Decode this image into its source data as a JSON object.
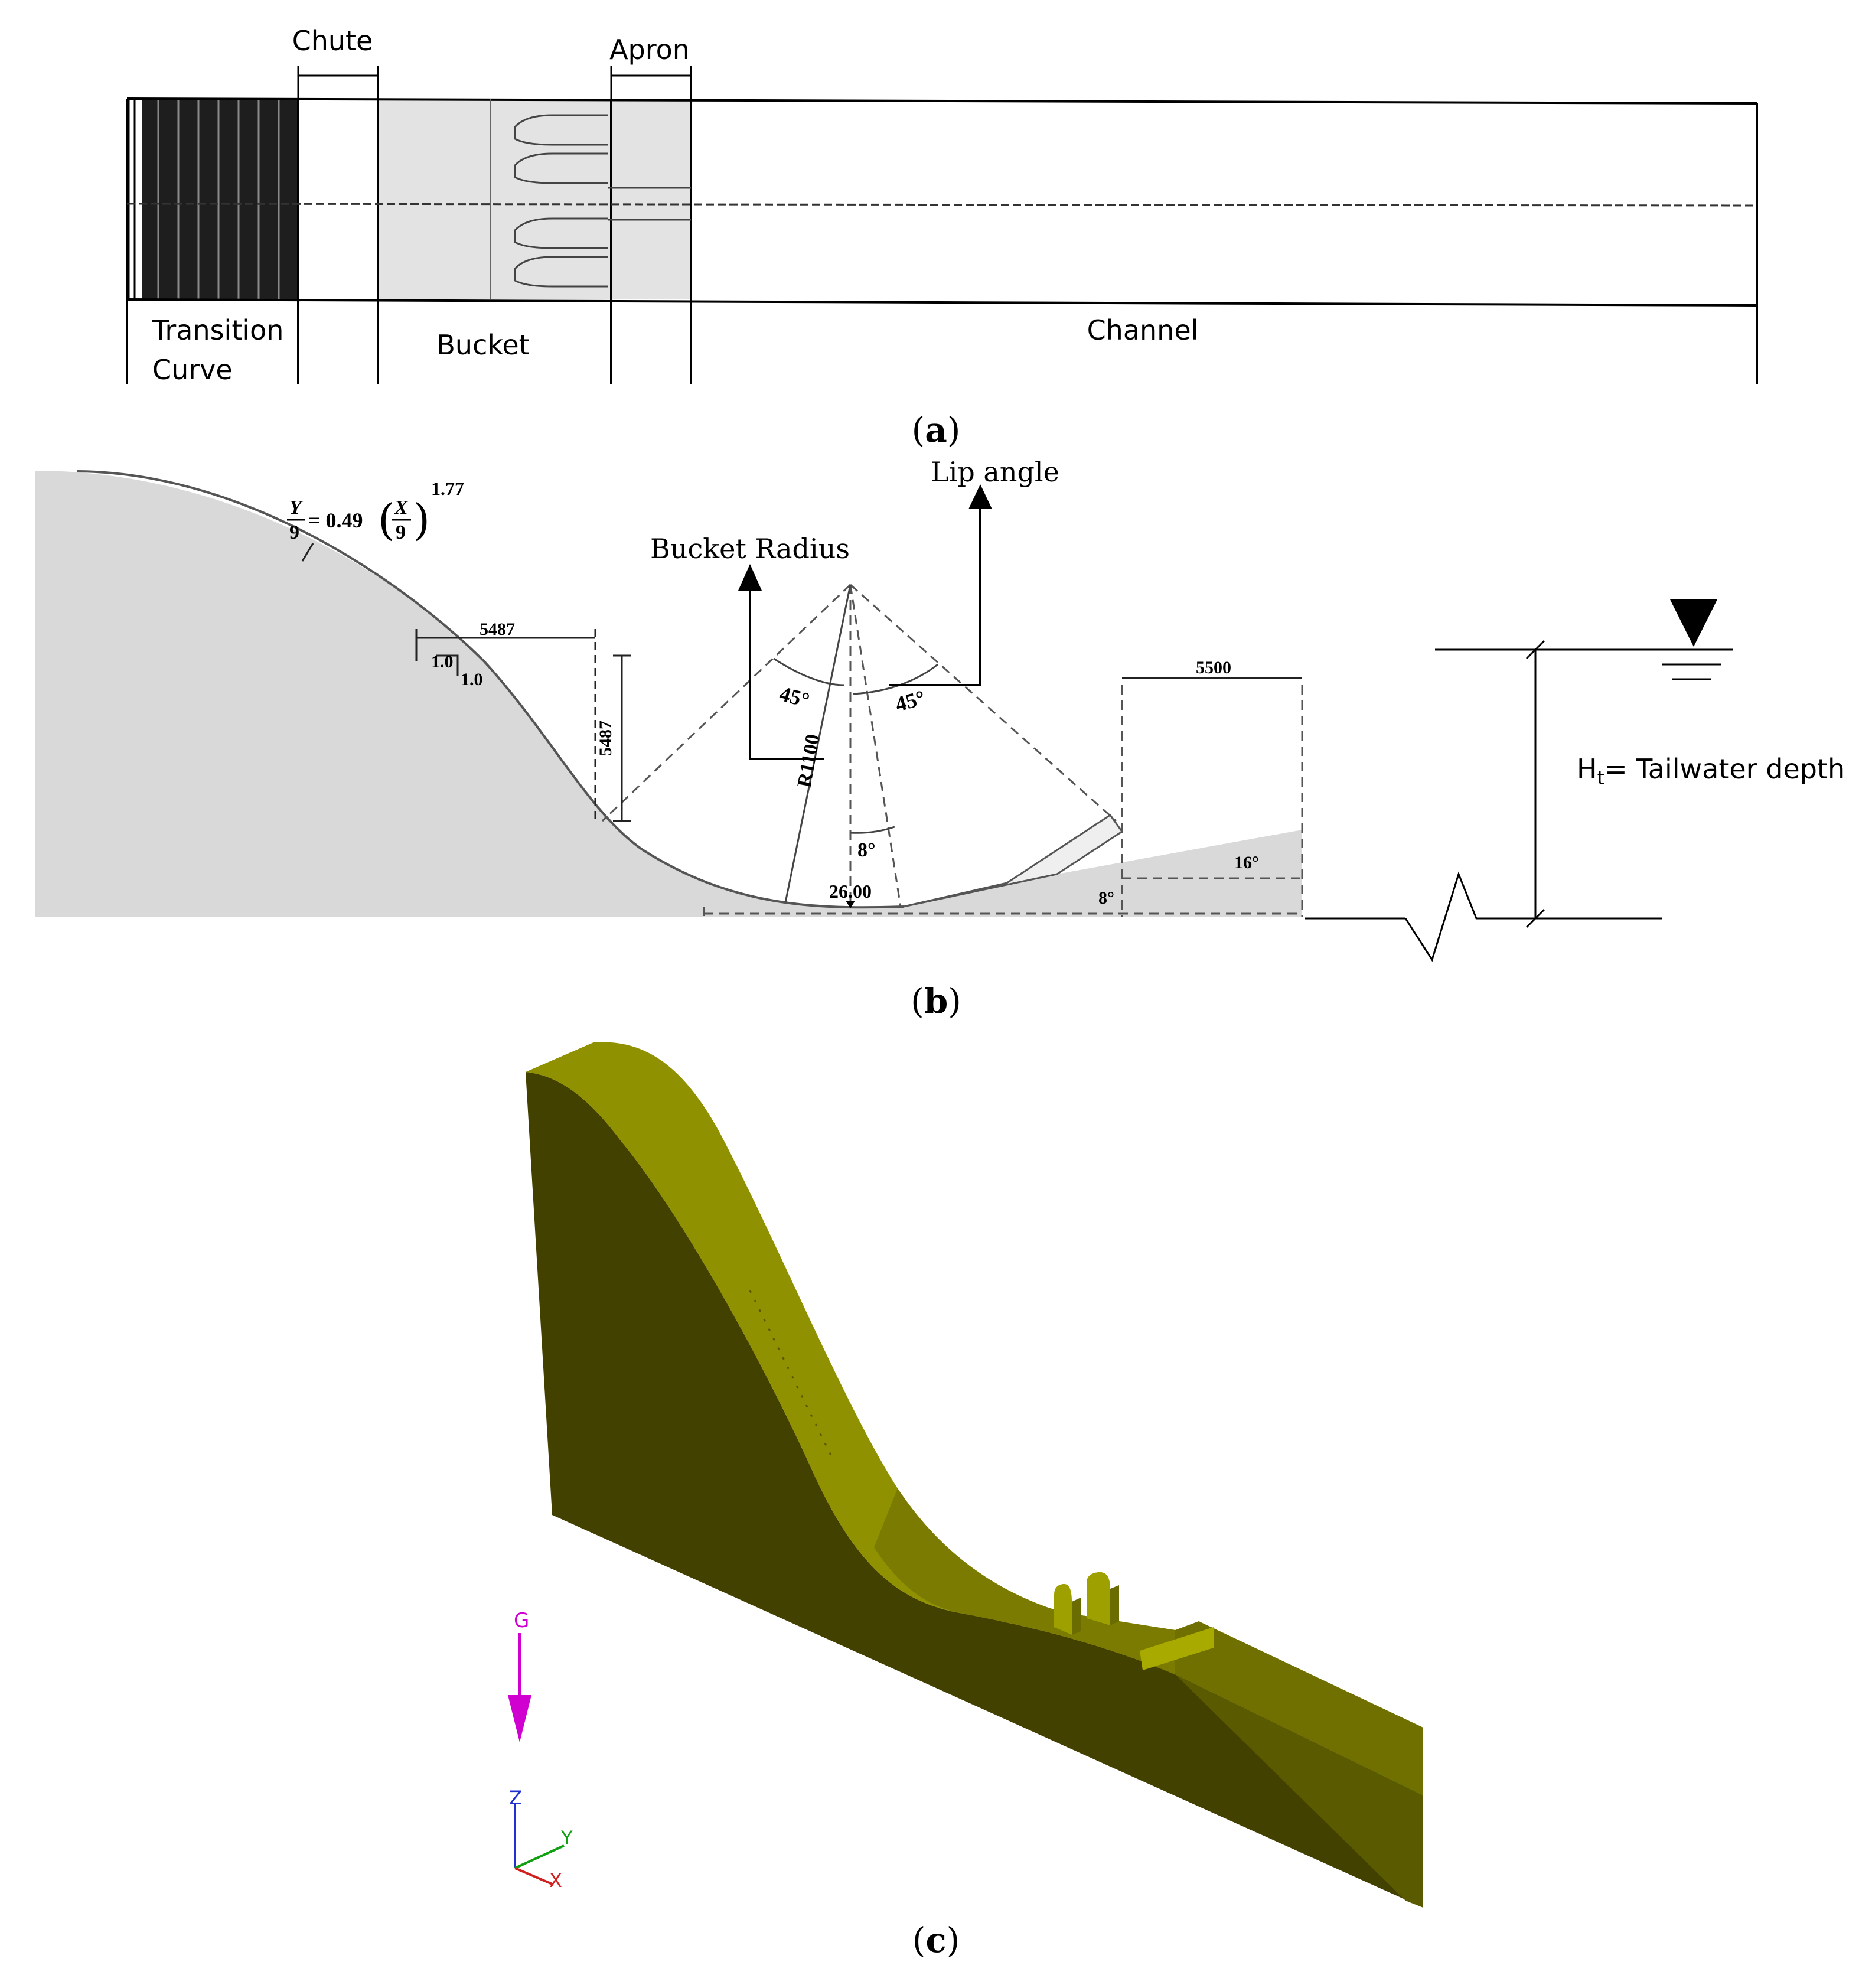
{
  "panel_a": {
    "top_labels": {
      "chute": "Chute",
      "apron": "Apron"
    },
    "bottom_labels": {
      "transition_line1": "Transition",
      "transition_line2": "Curve",
      "bucket": "Bucket",
      "channel": "Channel"
    },
    "caption": {
      "open": "(",
      "letter": "a",
      "close": ")"
    }
  },
  "panel_b": {
    "equation": {
      "lhs_num": "Y",
      "lhs_den": "9",
      "eq": "= 0.49",
      "rhs_num": "X",
      "rhs_den": "9",
      "exponent": "1.77"
    },
    "slope": {
      "rise": "1.0",
      "run": "1.0"
    },
    "dims": {
      "horizontal": "5487",
      "vertical": "5487",
      "lip_extension": "5500"
    },
    "labels": {
      "bucket_radius": "Bucket Radius",
      "lip_angle": "Lip angle"
    },
    "angles": {
      "left_45": "45°",
      "right_45": "45°",
      "center_8": "8°",
      "lip_8": "8°",
      "lip_16": "16°"
    },
    "radius": "R1100",
    "invert_elevation": "26.00",
    "tailwater": {
      "prefix": "H",
      "sub": "t",
      "text": "= Tailwater depth"
    },
    "caption": {
      "open": "(",
      "letter": "b",
      "close": ")"
    }
  },
  "panel_c": {
    "gravity_label": "G",
    "axes": {
      "z": "Z",
      "y": "Y",
      "x": "X"
    },
    "colors": {
      "top": "#8f9100",
      "side": "#434100",
      "mid": "#6f7000",
      "gravity": "#d000d0",
      "axis_z": "#2030d0",
      "axis_y": "#10a010",
      "axis_x": "#d02020"
    },
    "caption": {
      "open": "(",
      "letter": "c",
      "close": ")"
    }
  }
}
